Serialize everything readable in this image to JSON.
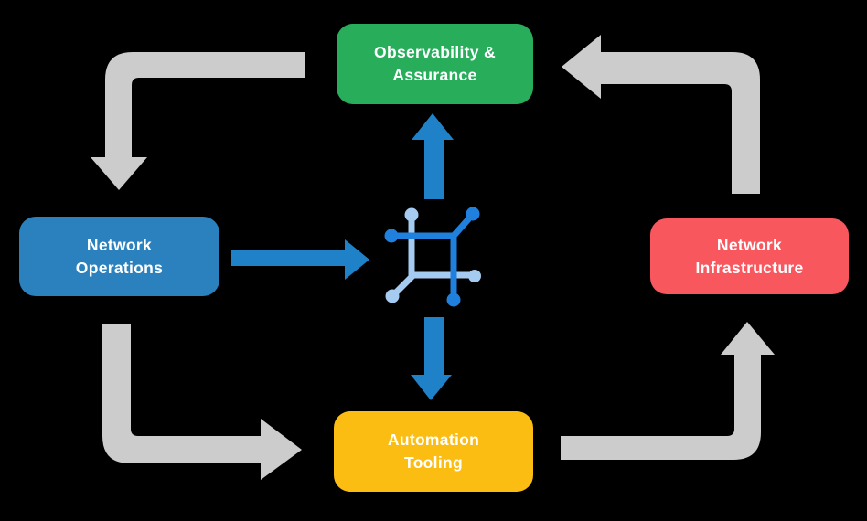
{
  "colors": {
    "background": "#000000",
    "text": "#FFFFFF",
    "arrow_gray": "#CCCCCC",
    "arrow_blue": "#1F82C8",
    "icon_dark_blue": "#2080DD",
    "icon_light_blue": "#A5CBF0",
    "node_green": "#28AD5B",
    "node_blue": "#2A81BE",
    "node_red": "#F9575E",
    "node_yellow": "#FBBD12"
  },
  "nodes": {
    "observability": {
      "line1": "Observability &",
      "line2": "Assurance",
      "color": "#28AD5B"
    },
    "network_operations": {
      "line1": "Network",
      "line2": "Operations",
      "color": "#2A81BE"
    },
    "network_infrastructure": {
      "line1": "Network",
      "line2": "Infrastructure",
      "color": "#F9575E"
    },
    "automation_tooling": {
      "line1": "Automation",
      "line2": "Tooling",
      "color": "#FBBD12"
    }
  },
  "center_icon": "network-mesh-icon",
  "flows": {
    "gray_cycle": [
      {
        "from": "Observability & Assurance",
        "to": "Network Operations"
      },
      {
        "from": "Network Operations",
        "to": "Automation Tooling"
      },
      {
        "from": "Automation Tooling",
        "to": "Network Infrastructure"
      },
      {
        "from": "Network Infrastructure",
        "to": "Observability & Assurance"
      }
    ],
    "blue_arrows": [
      {
        "from": "Network Operations",
        "to": "center icon"
      },
      {
        "from": "center icon",
        "to": "Observability & Assurance"
      },
      {
        "from": "center icon",
        "to": "Automation Tooling"
      }
    ]
  }
}
